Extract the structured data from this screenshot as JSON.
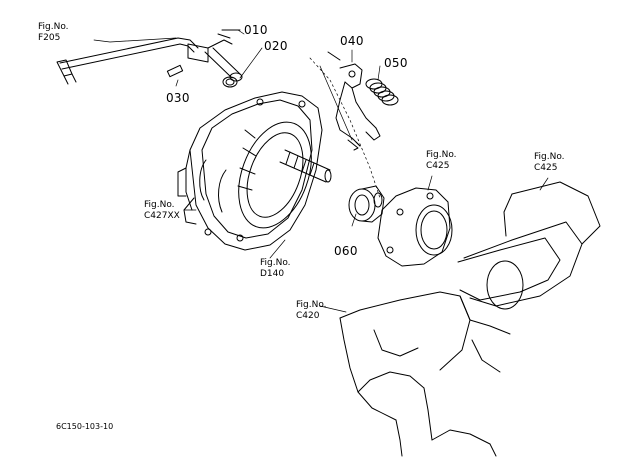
{
  "figure_refs": {
    "f205": {
      "line1": "Fig.No.",
      "line2": "F205"
    },
    "c427xx": {
      "line1": "Fig.No.",
      "line2": "C427XX"
    },
    "d140": {
      "line1": "Fig.No.",
      "line2": "D140"
    },
    "c425_center": {
      "line1": "Fig.No.",
      "line2": "C425"
    },
    "c425_right": {
      "line1": "Fig.No.",
      "line2": "C425"
    },
    "c420": {
      "line1": "Fig.No.",
      "line2": "C420"
    }
  },
  "parts": {
    "p010": "010",
    "p020": "020",
    "p030": "030",
    "p040": "040",
    "p050": "050",
    "p060": "060"
  },
  "drawing_code": "6C150-103-10",
  "colors": {
    "line": "#000000",
    "background": "#ffffff"
  }
}
